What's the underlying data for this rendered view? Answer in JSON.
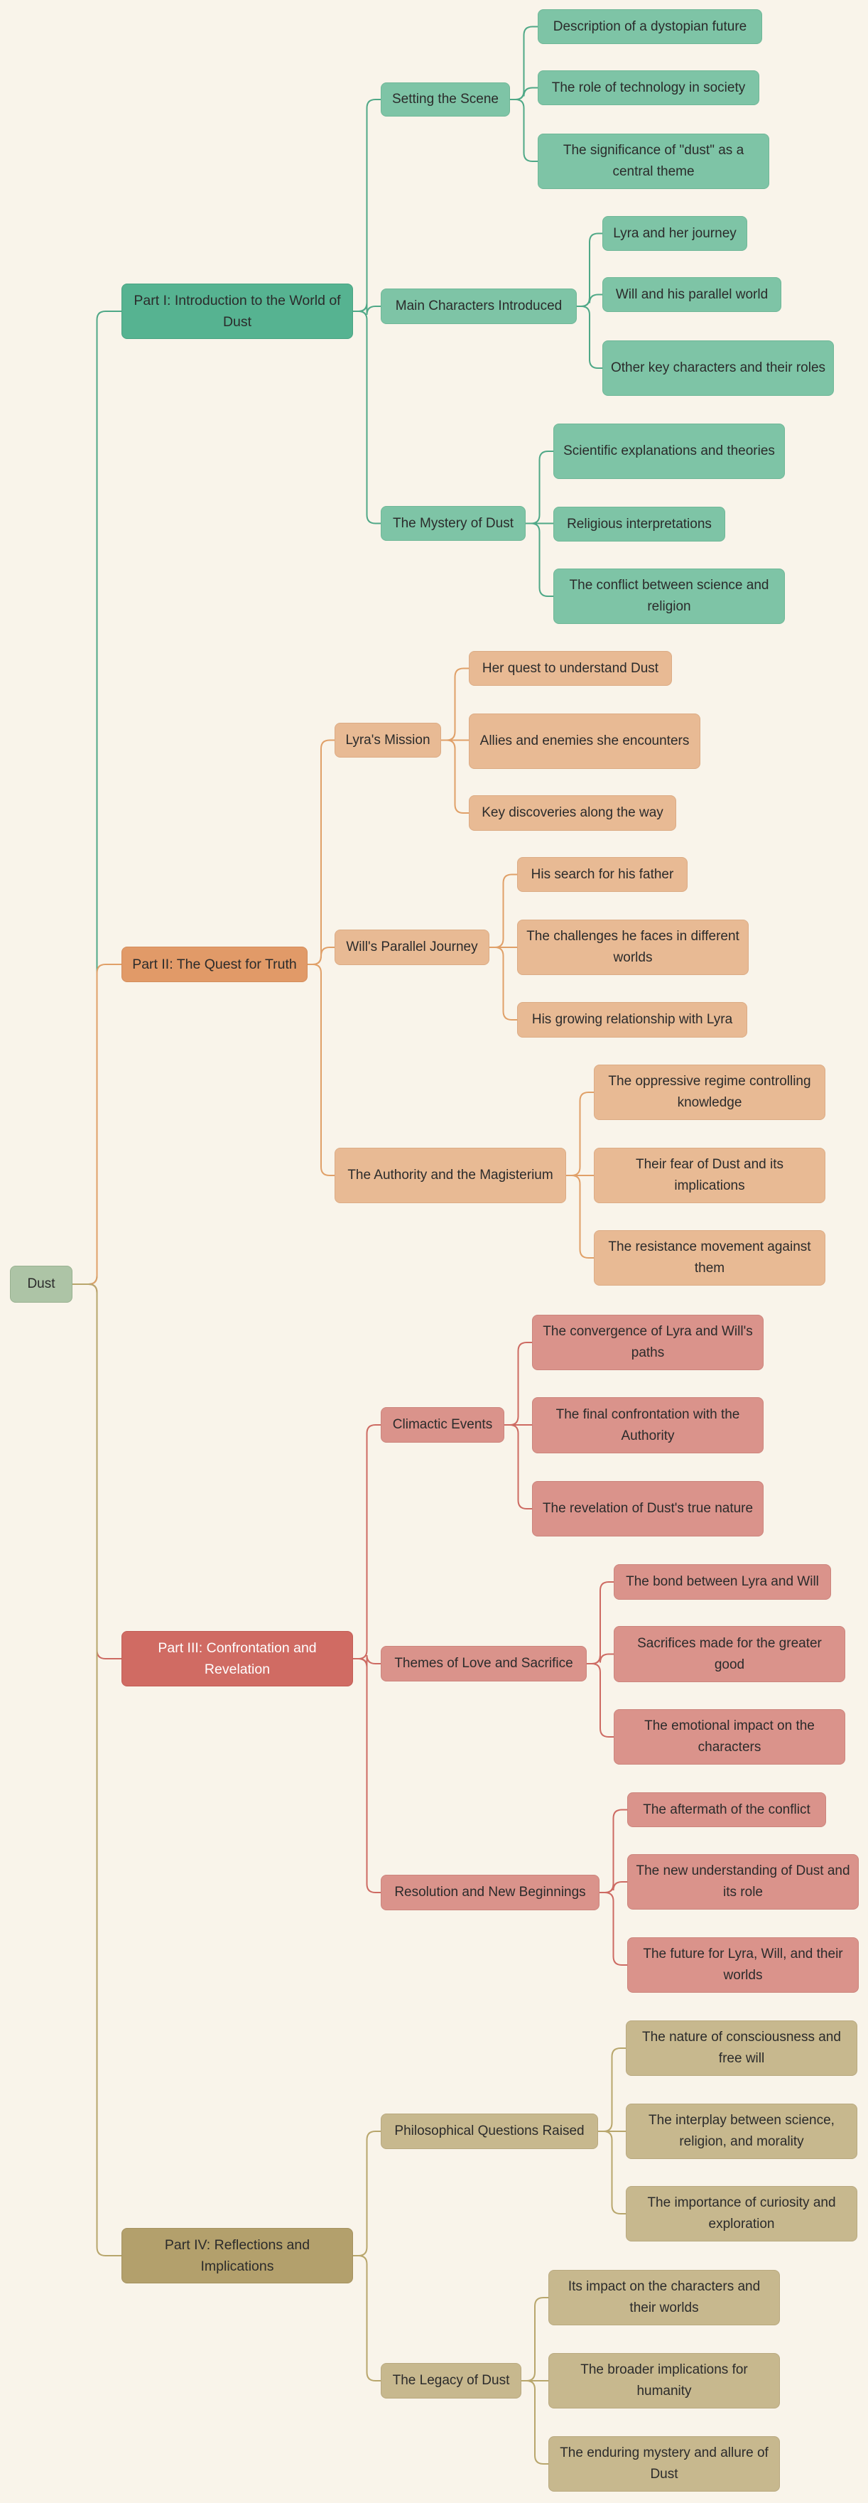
{
  "mindmap": {
    "root": "Dust",
    "colors": {
      "root": "#adc4a6",
      "part1": "#56b391",
      "part2": "#e19a68",
      "part3": "#d06b63",
      "part4": "#b3a06c",
      "line_root": "#8a7a4a",
      "line_part1": "#4fa887",
      "line_part2": "#e0a068",
      "line_part3": "#cd6a62",
      "line_part4": "#b8a66c"
    },
    "parts": [
      {
        "label": "Part I: Introduction to the World of Dust",
        "topics": [
          {
            "label": "Setting the Scene",
            "items": [
              "Description of a dystopian future",
              "The role of technology in society",
              "The significance of \"dust\" as a central theme"
            ]
          },
          {
            "label": "Main Characters Introduced",
            "items": [
              "Lyra and her journey",
              "Will and his parallel world",
              "Other key characters and their roles"
            ]
          },
          {
            "label": "The Mystery of Dust",
            "items": [
              "Scientific explanations and theories",
              "Religious interpretations",
              "The conflict between science and religion"
            ]
          }
        ]
      },
      {
        "label": "Part II: The Quest for Truth",
        "topics": [
          {
            "label": "Lyra's Mission",
            "items": [
              "Her quest to understand Dust",
              "Allies and enemies she encounters",
              "Key discoveries along the way"
            ]
          },
          {
            "label": "Will's Parallel Journey",
            "items": [
              "His search for his father",
              "The challenges he faces in different worlds",
              "His growing relationship with Lyra"
            ]
          },
          {
            "label": "The Authority and the Magisterium",
            "items": [
              "The oppressive regime controlling knowledge",
              "Their fear of Dust and its implications",
              "The resistance movement against them"
            ]
          }
        ]
      },
      {
        "label": "Part III: Confrontation and Revelation",
        "topics": [
          {
            "label": "Climactic Events",
            "items": [
              "The convergence of Lyra and Will's paths",
              "The final confrontation with the Authority",
              "The revelation of Dust's true nature"
            ]
          },
          {
            "label": "Themes of Love and Sacrifice",
            "items": [
              "The bond between Lyra and Will",
              "Sacrifices made for the greater good",
              "The emotional impact on the characters"
            ]
          },
          {
            "label": "Resolution and New Beginnings",
            "items": [
              "The aftermath of the conflict",
              "The new understanding of Dust and its role",
              "The future for Lyra, Will, and their worlds"
            ]
          }
        ]
      },
      {
        "label": "Part IV: Reflections and Implications",
        "topics": [
          {
            "label": "Philosophical Questions Raised",
            "items": [
              "The nature of consciousness and free will",
              "The interplay between science, religion, and morality",
              "The importance of curiosity and exploration"
            ]
          },
          {
            "label": "The Legacy of Dust",
            "items": [
              "Its impact on the characters and their worlds",
              "The broader implications for humanity",
              "The enduring mystery and allure of Dust"
            ]
          }
        ]
      }
    ]
  }
}
